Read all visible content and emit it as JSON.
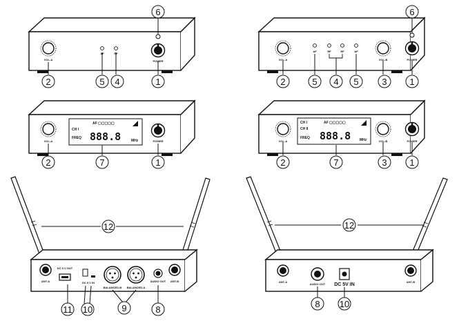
{
  "callouts": [
    "1",
    "2",
    "3",
    "4",
    "5",
    "6",
    "7",
    "8",
    "9",
    "10",
    "11",
    "12"
  ],
  "panel_labels": {
    "vol_a": "VOL-A",
    "vol_b": "VOL-B",
    "af": "AF",
    "rf": "RF",
    "power": "POWER",
    "ant_a": "ANT-A",
    "ant_b": "ANT-B",
    "dc_out": "DC 5 V OUT",
    "dc_in": "DC 5 V IN",
    "dc_in_large": "DC 5V IN",
    "balanced_b": "BALANCED-B",
    "balanced_a": "BALANCED-A",
    "audio_out": "AUDIO OUT"
  },
  "lcd": {
    "ch1": "CH I",
    "ch2": "CH II",
    "af_row": "AF ▢▢▢▢▢",
    "freq": "FREQ",
    "digits": "888.8",
    "unit": "MHz"
  }
}
